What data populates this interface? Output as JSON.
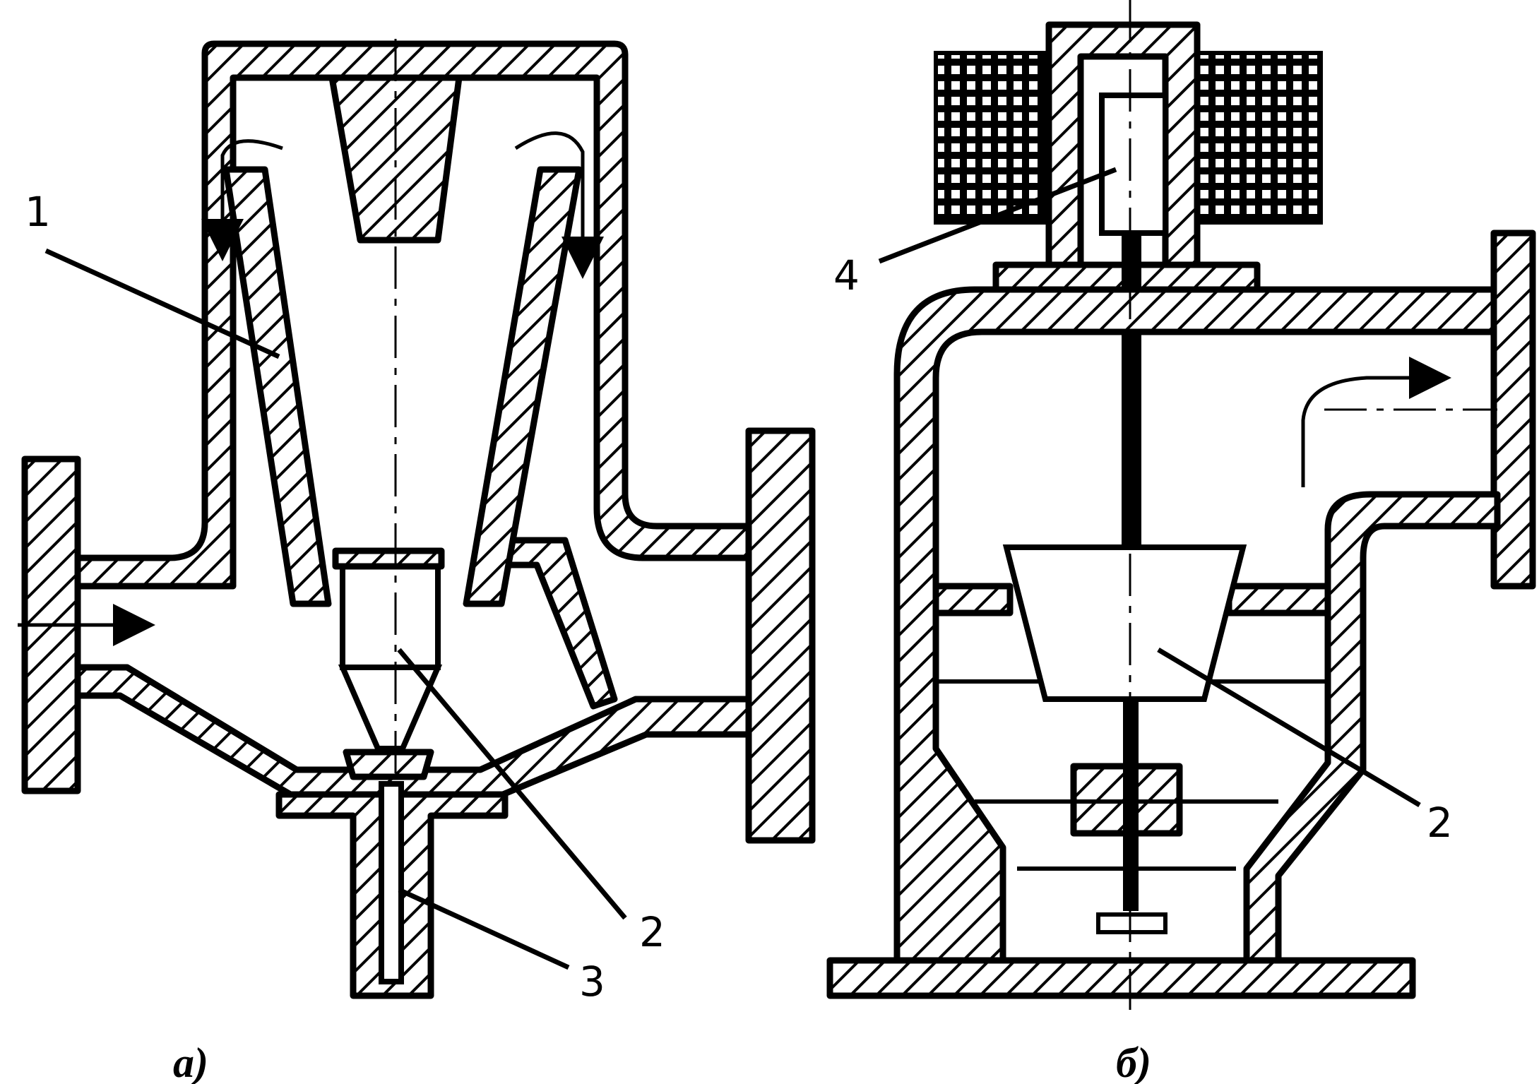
{
  "diagrams": [
    {
      "caption": "а)",
      "callouts": [
        {
          "label": "1"
        },
        {
          "label": "2"
        },
        {
          "label": "3"
        }
      ]
    },
    {
      "caption": "б)",
      "callouts": [
        {
          "label": "4"
        },
        {
          "label": "2"
        }
      ]
    }
  ],
  "colors": {
    "ink": "#000000",
    "paper": "#ffffff"
  }
}
